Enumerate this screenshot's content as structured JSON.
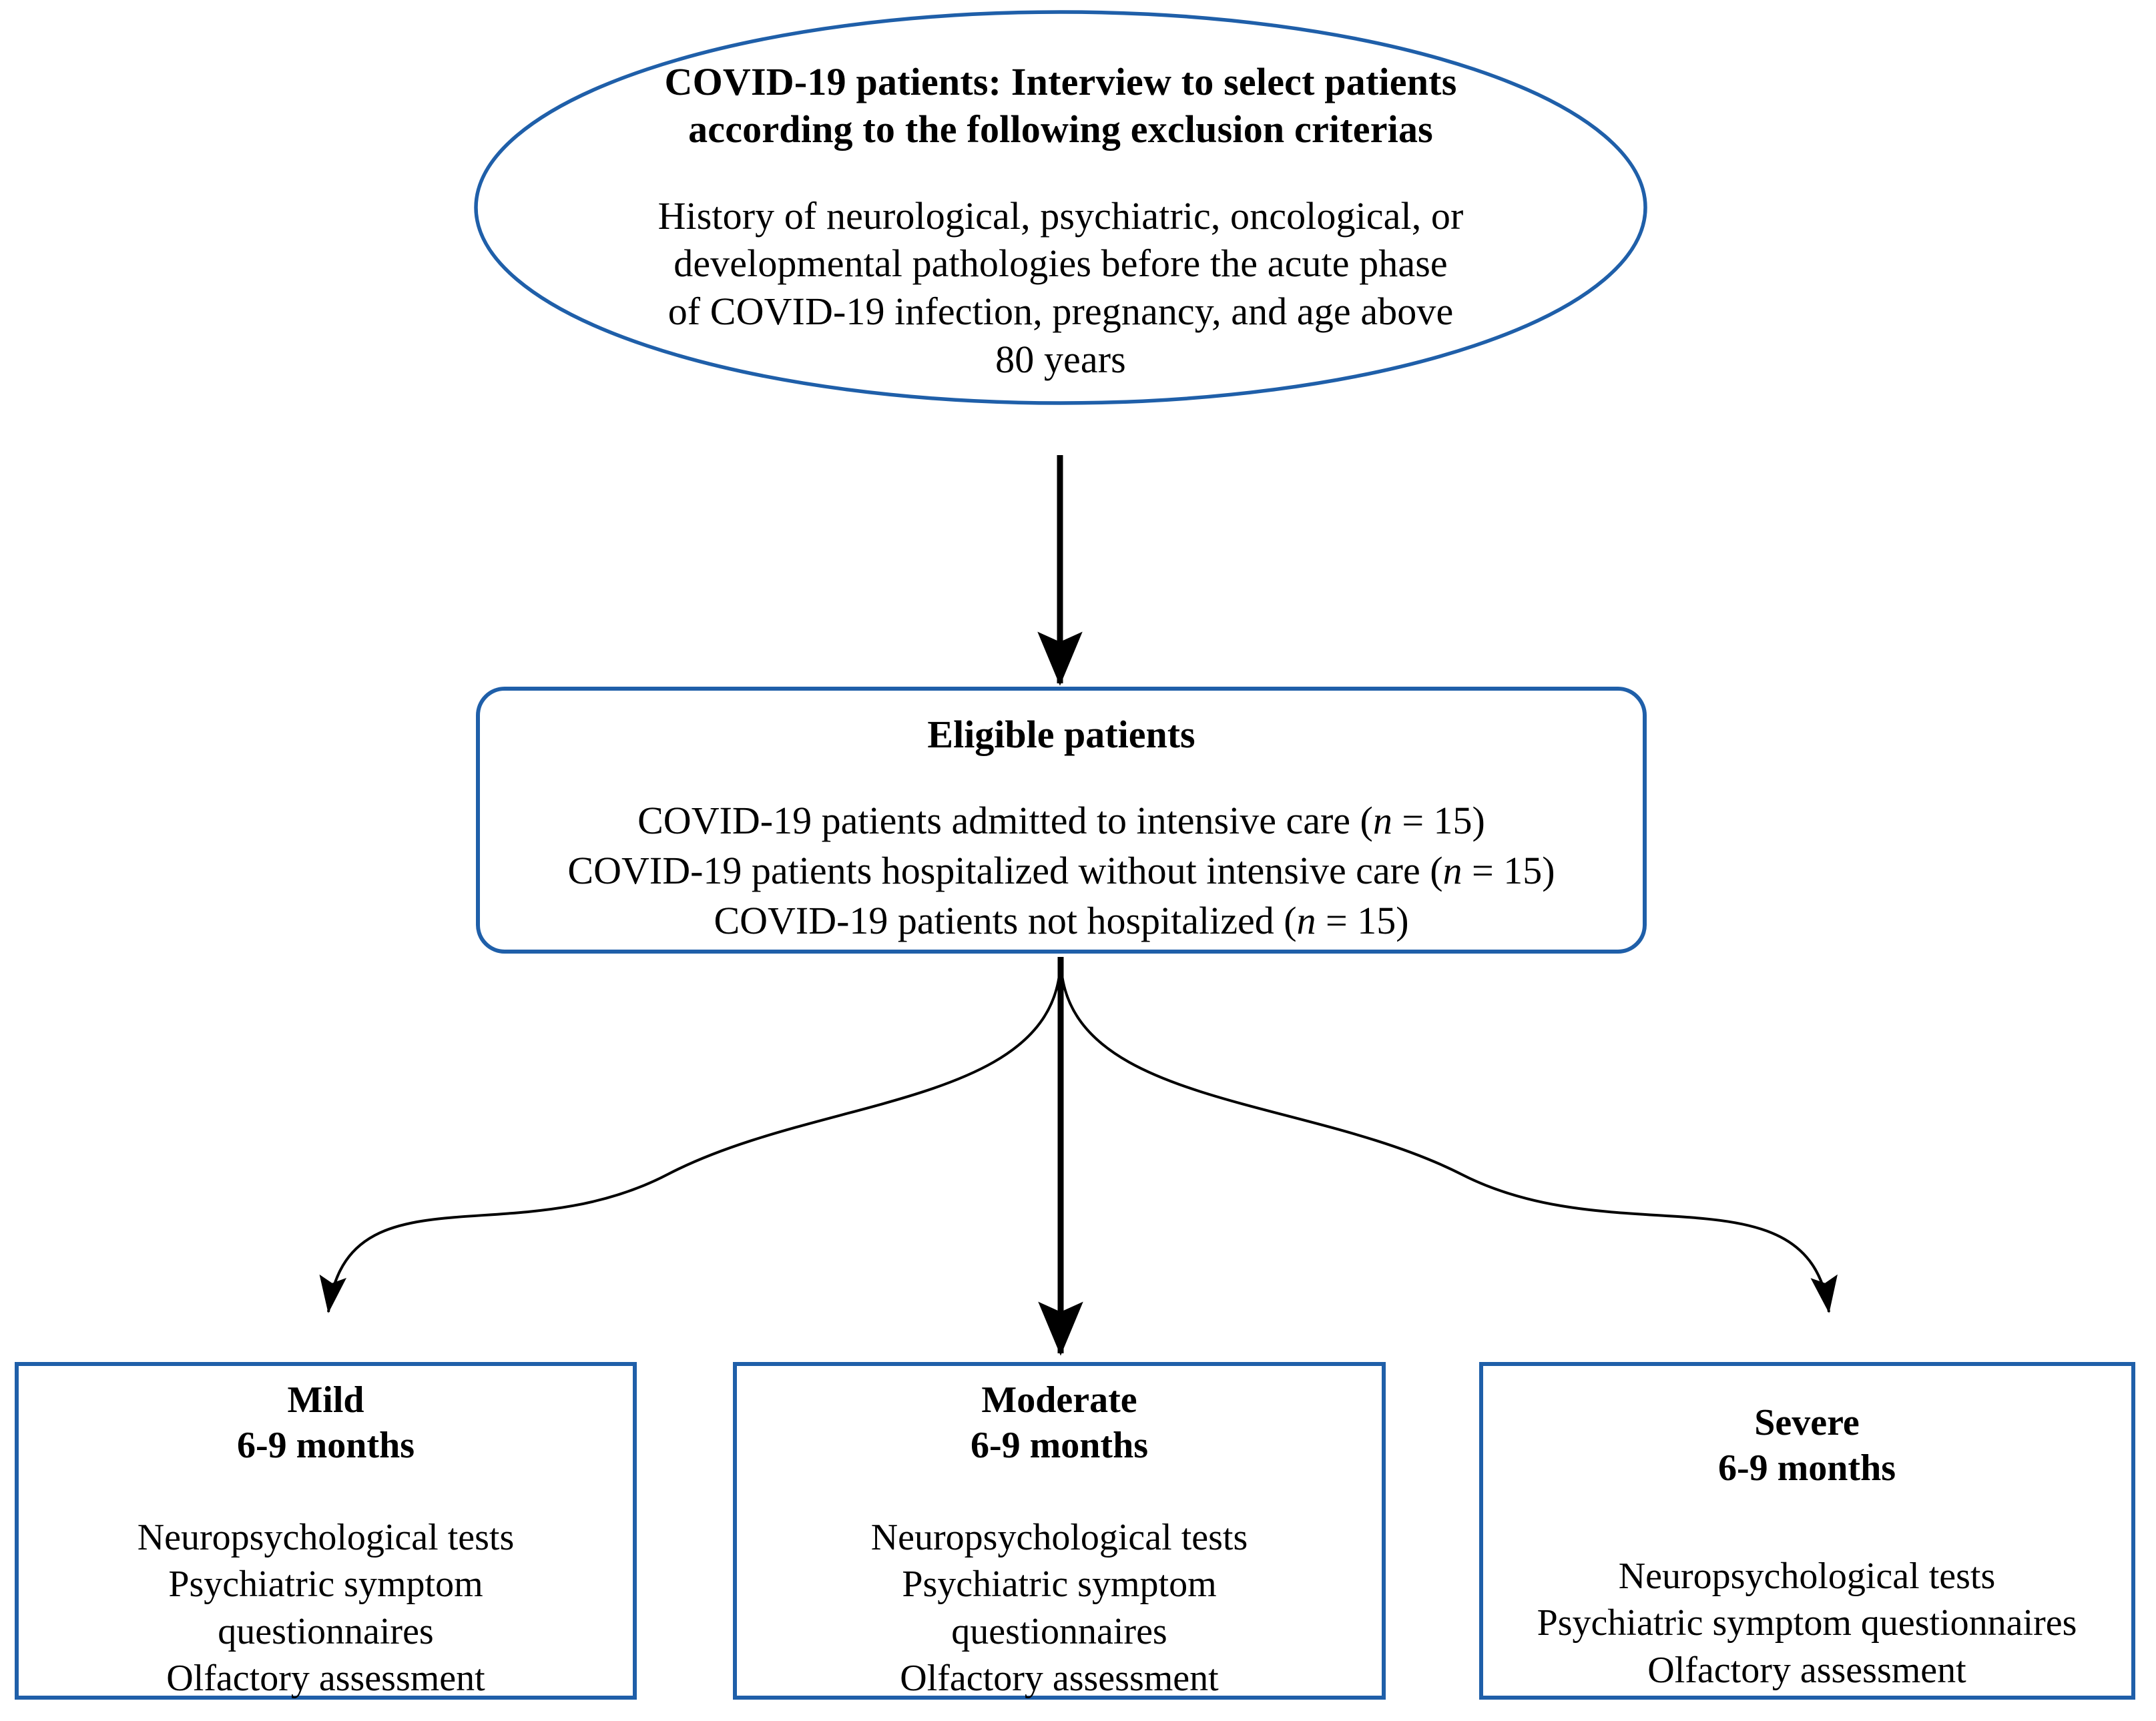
{
  "colors": {
    "shape_stroke": "#1F5FA9",
    "arrow": "#000000",
    "text": "#000000",
    "background": "#FFFFFF"
  },
  "diagram": {
    "type": "flowchart",
    "orientation": "top-to-bottom",
    "nodes": [
      {
        "id": "screening",
        "shape": "ellipse",
        "title": "COVID-19 patients: Interview to select patients according to the following exclusion criterias",
        "title_lines": [
          "COVID-19 patients: Interview to select patients",
          "according to the following exclusion criterias"
        ],
        "body_lines": [
          "History of neurological, psychiatric, oncological, or",
          "developmental pathologies before the acute phase",
          "of COVID-19 infection, pregnancy, and age above",
          "80 years"
        ]
      },
      {
        "id": "eligible",
        "shape": "rounded-rectangle",
        "title": "Eligible patients",
        "rows": [
          {
            "text_before": "COVID-19 patients admitted to intensive care (",
            "n_symbol": "n",
            "text_after": " = 15)",
            "n_value": 15
          },
          {
            "text_before": "COVID-19 patients hospitalized without intensive care (",
            "n_symbol": "n",
            "text_after": " = 15)",
            "n_value": 15
          },
          {
            "text_before": "COVID-19 patients not hospitalized (",
            "n_symbol": "n",
            "text_after": " = 15)",
            "n_value": 15
          }
        ]
      },
      {
        "id": "mild",
        "shape": "rectangle",
        "heading_lines": [
          "Mild",
          "6-9 months"
        ],
        "severity": "Mild",
        "followup": "6-9 months",
        "item_lines": [
          "Neuropsychological tests",
          "Psychiatric symptom",
          "questionnaires",
          "Olfactory assessment"
        ]
      },
      {
        "id": "moderate",
        "shape": "rectangle",
        "heading_lines": [
          "Moderate",
          "6-9 months"
        ],
        "severity": "Moderate",
        "followup": "6-9 months",
        "item_lines": [
          "Neuropsychological tests",
          "Psychiatric symptom",
          "questionnaires",
          "Olfactory assessment"
        ]
      },
      {
        "id": "severe",
        "shape": "rectangle",
        "heading_lines": [
          "Severe",
          "6-9 months"
        ],
        "severity": "Severe",
        "followup": "6-9 months",
        "item_lines": [
          "Neuropsychological tests",
          "Psychiatric symptom questionnaires",
          "Olfactory assessment"
        ]
      }
    ],
    "edges": [
      {
        "from": "screening",
        "to": "eligible",
        "style": "straight-arrow"
      },
      {
        "from": "eligible",
        "to": "mild",
        "style": "curved-arrow"
      },
      {
        "from": "eligible",
        "to": "moderate",
        "style": "straight-arrow"
      },
      {
        "from": "eligible",
        "to": "severe",
        "style": "curved-arrow"
      }
    ]
  },
  "ellipse": {
    "title_line_1": "COVID-19 patients: Interview to select patients",
    "title_line_2": "according to the following exclusion criterias",
    "body_line_1": "History of neurological, psychiatric, oncological, or",
    "body_line_2": "developmental pathologies before the acute phase",
    "body_line_3": "of COVID-19 infection, pregnancy, and age above",
    "body_line_4": "80 years"
  },
  "eligible": {
    "title": "Eligible patients",
    "row1_before": "COVID-19 patients admitted to intensive care (",
    "row1_n": "n",
    "row1_after": " = 15)",
    "row2_before": "COVID-19 patients hospitalized without intensive care (",
    "row2_n": "n",
    "row2_after": " = 15)",
    "row3_before": "COVID-19 patients not hospitalized (",
    "row3_n": "n",
    "row3_after": " = 15)"
  },
  "mild": {
    "heading1": "Mild",
    "heading2": "6-9 months",
    "item1": "Neuropsychological tests",
    "item2": "Psychiatric symptom",
    "item3": "questionnaires",
    "item4": "Olfactory assessment"
  },
  "moderate": {
    "heading1": "Moderate",
    "heading2": "6-9 months",
    "item1": "Neuropsychological tests",
    "item2": "Psychiatric symptom",
    "item3": "questionnaires",
    "item4": "Olfactory assessment"
  },
  "severe": {
    "heading1": "Severe",
    "heading2": "6-9 months",
    "item1": "Neuropsychological tests",
    "item2": "Psychiatric symptom questionnaires",
    "item3": "Olfactory assessment"
  }
}
